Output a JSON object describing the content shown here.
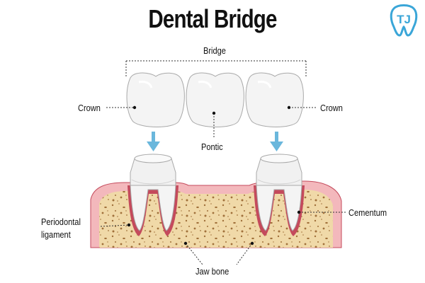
{
  "title": "Dental Bridge",
  "labels": {
    "bridge": "Bridge",
    "crown_left": "Crown",
    "crown_right": "Crown",
    "pontic": "Pontic",
    "cementum": "Cementum",
    "periodontal_line1": "Periodontal",
    "periodontal_line2": "ligament",
    "jaw_bone": "Jaw bone"
  },
  "logo": {
    "text": "TJ",
    "icon": "tooth-icon"
  },
  "colors": {
    "tooth_white": "#f4f4f4",
    "tooth_outline": "#a9a9a9",
    "gum_pink": "#f3b8bc",
    "gum_dark": "#c44a5c",
    "bone": "#f0d9a8",
    "arrow_blue": "#6ab7dc",
    "logo_blue": "#3aa6d8"
  }
}
